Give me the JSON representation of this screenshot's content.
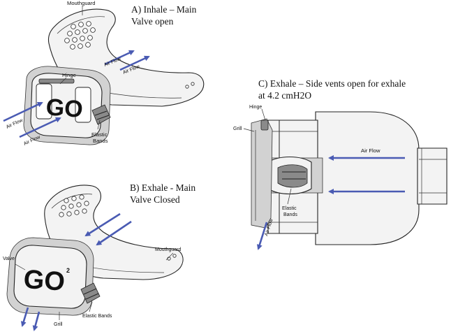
{
  "captions": {
    "a_line1": "A) Inhale – Main",
    "a_line2": "Valve open",
    "b_line1": "B) Exhale - Main",
    "b_line2": "Valve Closed",
    "c_line1": "C) Exhale – Side vents open for exhale",
    "c_line2": "at 4.2 cmH2O"
  },
  "panel_a": {
    "mouthguard": "Mouthguard",
    "hinge": "Hinge",
    "air_flow_1": "Air Flow",
    "air_flow_2": "Air Flow",
    "air_flow_3": "Air Flow",
    "air_flow_4": "Air Flow",
    "elastic_1": "Elastic",
    "elastic_2": "Bands",
    "logo": "GO"
  },
  "panel_b": {
    "mouthguard": "Mouthguard",
    "valve": "Valve",
    "grill": "Grill",
    "elastic_bands": "Elastic Bands",
    "logo": "GO",
    "logo_sup": "2"
  },
  "panel_c": {
    "hinge": "Hinge",
    "grill": "Grill",
    "air_flow_top": "Air Flow",
    "air_flow_side": "Air Flow",
    "elastic_1": "Elastic",
    "elastic_2": "Bands"
  },
  "colors": {
    "arrow": "#4a5bb3",
    "line": "#222222"
  }
}
